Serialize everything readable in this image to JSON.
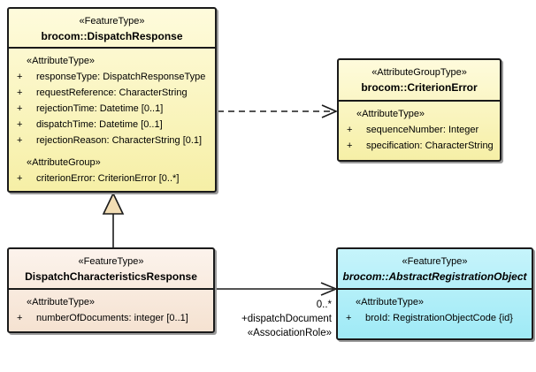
{
  "colors": {
    "class_yellow_top": "#FEFBDC",
    "class_yellow_bottom": "#F6EFA6",
    "class_peach_top": "#FCF3EC",
    "class_peach_bottom": "#F5E2D1",
    "class_cyan_top": "#C6F4FB",
    "class_cyan_bottom": "#9FEAF6",
    "border": "#1A1A1A",
    "generalization_triangle_fill": "#F2DDB4",
    "background": "#FFFFFF"
  },
  "boxes": {
    "dispatchResponse": {
      "stereotype": "«FeatureType»",
      "name": "brocom::DispatchResponse",
      "sections": [
        {
          "label": "«AttributeType»",
          "rows": [
            {
              "vis": "+",
              "text": "responseType: DispatchResponseType"
            },
            {
              "vis": "+",
              "text": "requestReference: CharacterString"
            },
            {
              "vis": "+",
              "text": "rejectionTime: Datetime [0..1]"
            },
            {
              "vis": "+",
              "text": "dispatchTime: Datetime [0..1]"
            },
            {
              "vis": "+",
              "text": "rejectionReason: CharacterString [0.1]"
            }
          ]
        },
        {
          "label": "«AttributeGroup»",
          "rows": [
            {
              "vis": "+",
              "text": "criterionError: CriterionError [0..*]"
            }
          ]
        }
      ]
    },
    "criterionError": {
      "stereotype": "«AttributeGroupType»",
      "name": "brocom::CriterionError",
      "sections": [
        {
          "label": "«AttributeType»",
          "rows": [
            {
              "vis": "+",
              "text": "sequenceNumber: Integer"
            },
            {
              "vis": "+",
              "text": "specification: CharacterString"
            }
          ]
        }
      ]
    },
    "dispatchCharacteristicsResponse": {
      "stereotype": "«FeatureType»",
      "name": "DispatchCharacteristicsResponse",
      "sections": [
        {
          "label": "«AttributeType»",
          "rows": [
            {
              "vis": "+",
              "text": "numberOfDocuments: integer [0..1]"
            }
          ]
        }
      ]
    },
    "abstractRegistrationObject": {
      "stereotype": "«FeatureType»",
      "name": "brocom::AbstractRegistrationObject",
      "sections": [
        {
          "label": "«AttributeType»",
          "rows": [
            {
              "vis": "+",
              "text": "broId: RegistrationObjectCode {id}"
            }
          ]
        }
      ]
    }
  },
  "association": {
    "multiplicity": "0..*",
    "role": "+dispatchDocument",
    "stereotype": "«AssociationRole»"
  }
}
